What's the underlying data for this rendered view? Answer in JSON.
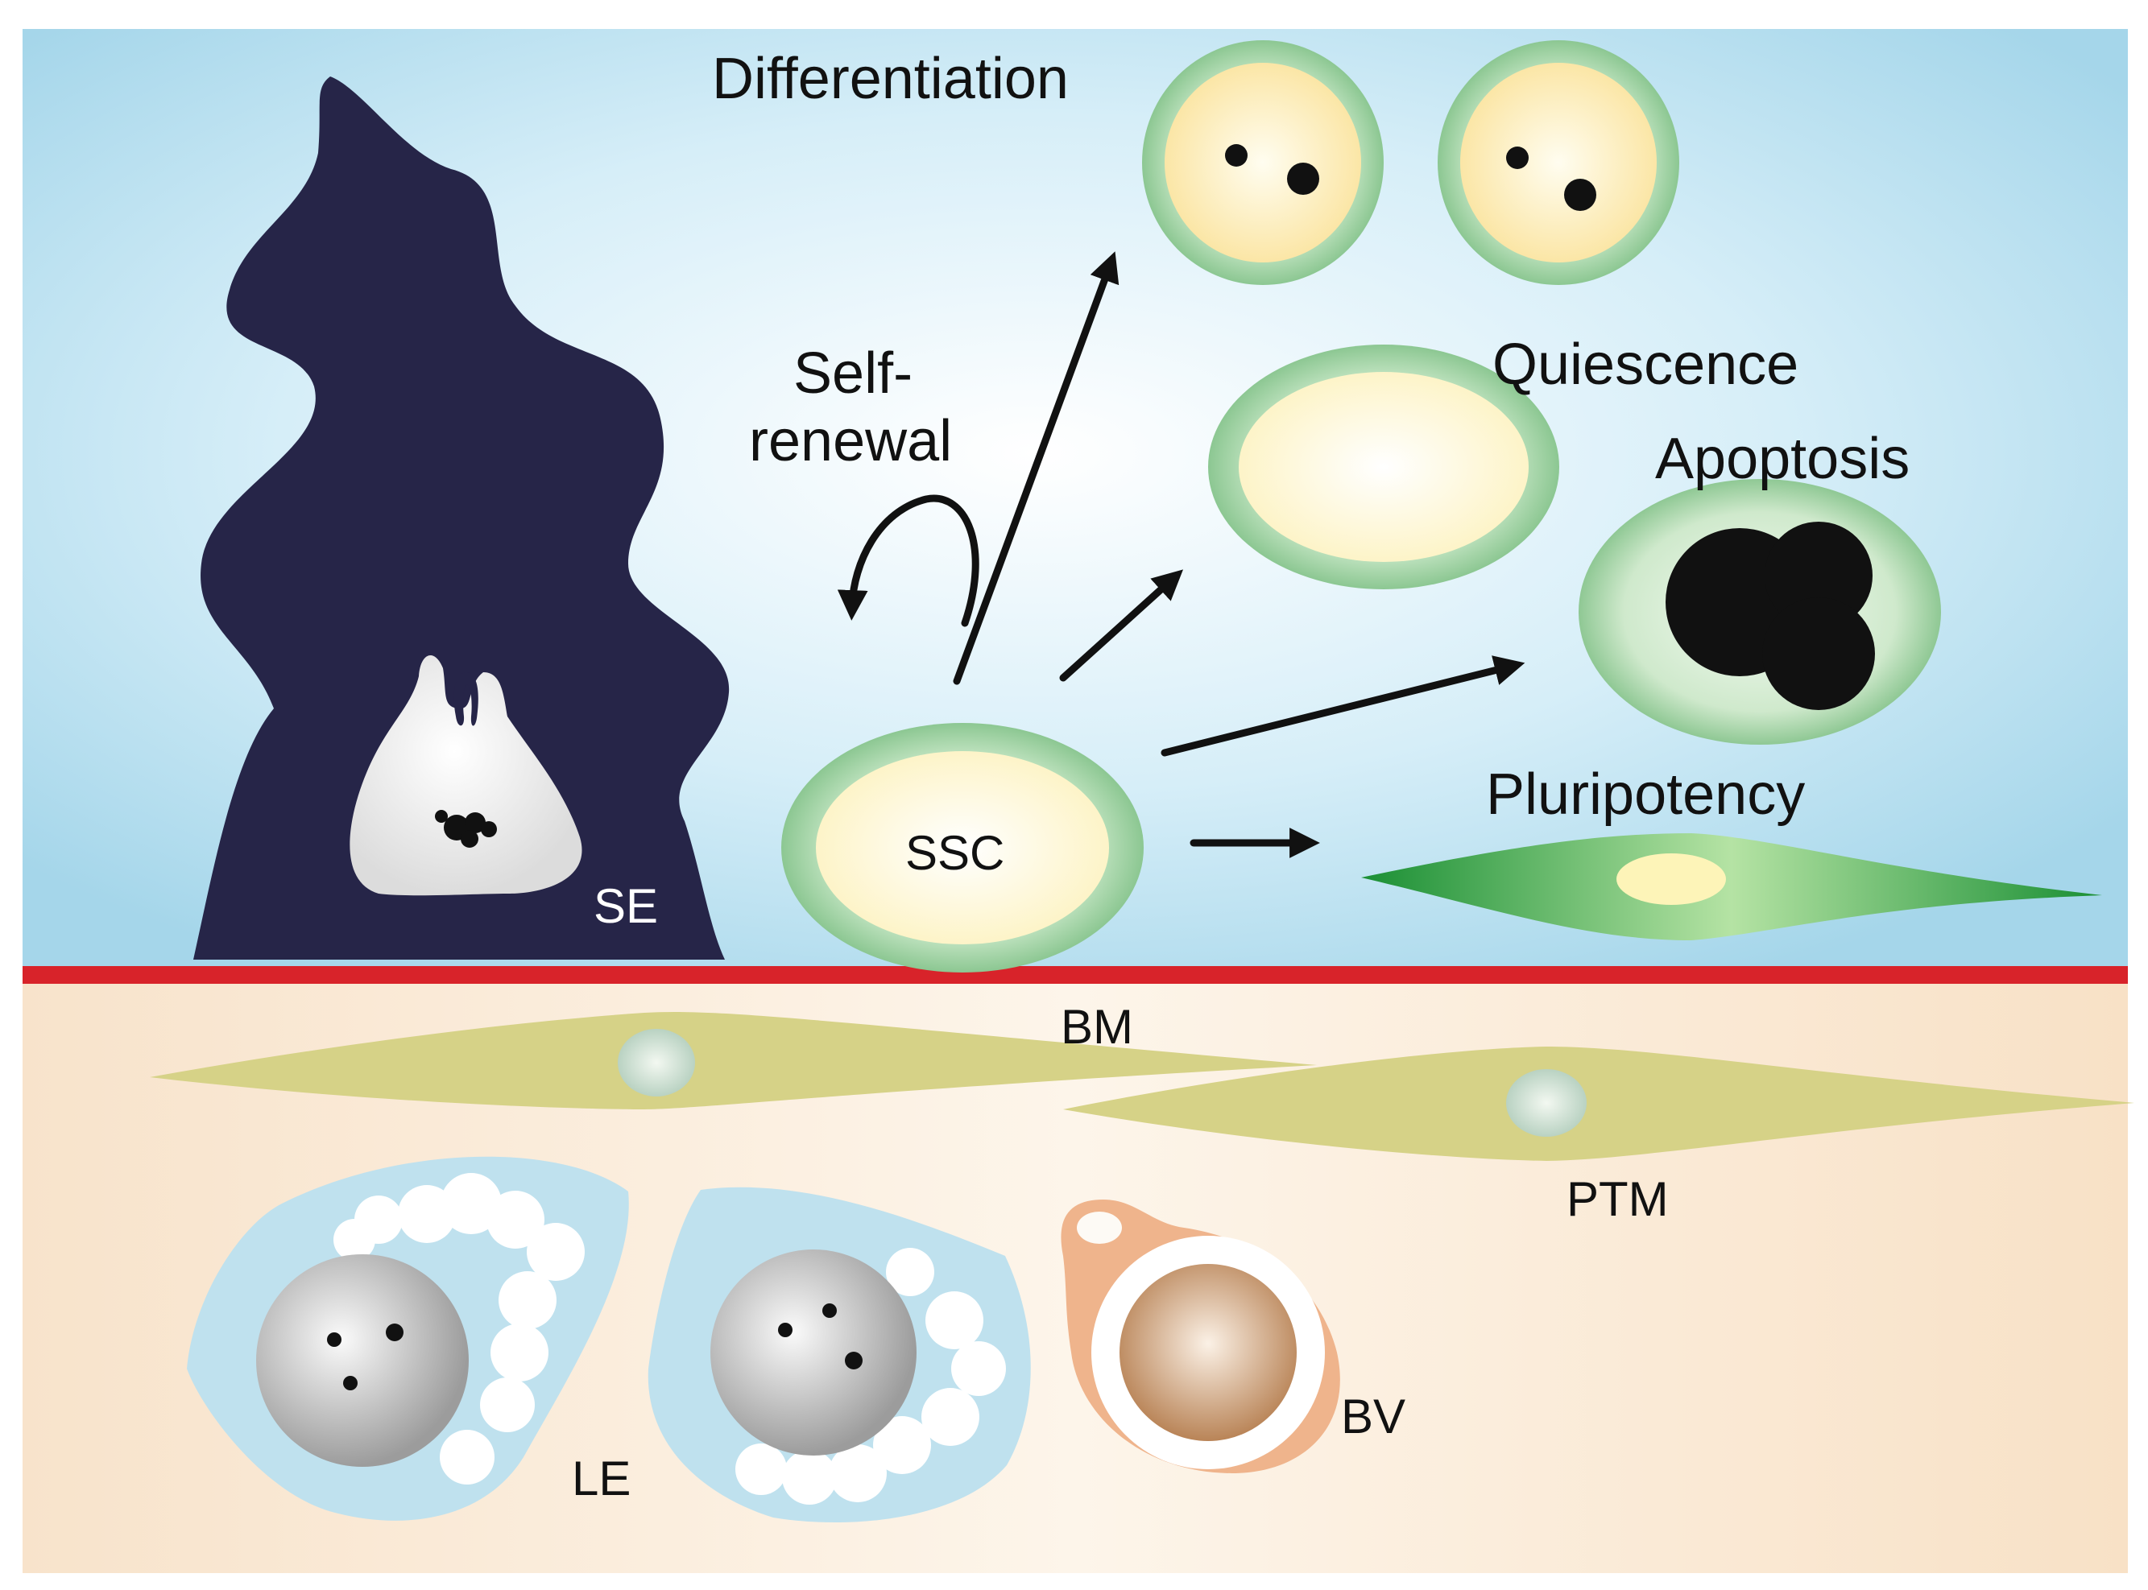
{
  "labels": {
    "differentiation": "Differentiation",
    "self_renewal_line1": "Self-",
    "self_renewal_line2": "renewal",
    "quiescence": "Quiescence",
    "apoptosis": "Apoptosis",
    "pluripotency": "Pluripotency",
    "ssc": "SSC",
    "se": "SE",
    "bm": "BM",
    "ptm": "PTM",
    "le": "LE",
    "bv": "BV"
  },
  "colors": {
    "lumen_background": "#a9d8ec",
    "interstitium_background": "#f8e3cb",
    "basement_membrane": "#d8232a",
    "sertoli_cell": "#262548",
    "cell_membrane_green": "#9ccf9e",
    "cell_cytoplasm": "#fdf6d0",
    "pluripotent_cell": "#1e9a3a",
    "peritubular_myoid": "#d6d287",
    "leydig_cell": "#bfe1ee",
    "blood_vessel": "#efb48c",
    "arrow": "#111111"
  }
}
